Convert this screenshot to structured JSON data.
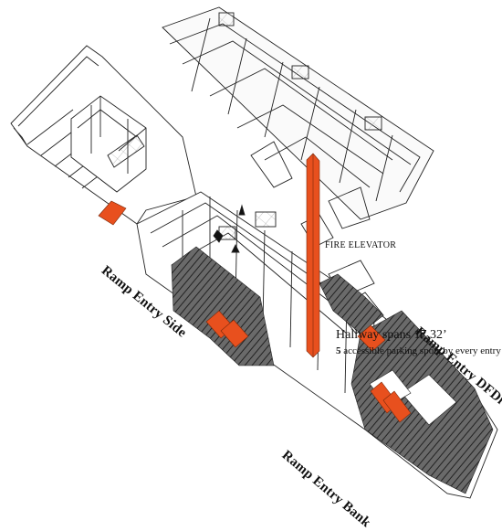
{
  "labels": {
    "ramp_entry_side": "Ramp Entry Side",
    "ramp_entry_bank": "Ramp Entry Bank",
    "ramp_entry_dfd": "Ramp Entry DFDi",
    "fire_elevator": "FIRE ELEVATOR",
    "hallway_span": "Hallway spans 17.32’",
    "parking_count": "5",
    "parking_text": " accessible parking spots by every entry possibility"
  },
  "colors": {
    "highlight": "#e8501e",
    "stair_fill": "#555555",
    "line": "#222222"
  }
}
